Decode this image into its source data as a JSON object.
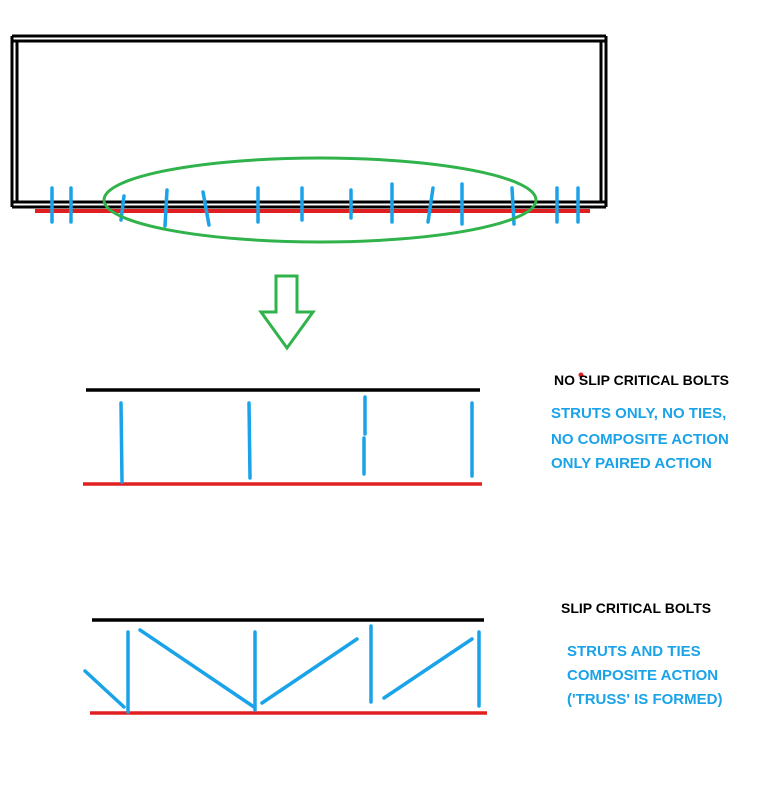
{
  "colors": {
    "black": "#000000",
    "red": "#e02020",
    "blue": "#1aa3e8",
    "green": "#2fb34a",
    "dot": "#e02020"
  },
  "top_diagram": {
    "beam": "steel beam with bolted plate (elevation)",
    "highlight": "green ellipse around bolt group"
  },
  "arrow": {
    "icon": "down-arrow-icon"
  },
  "case_no_slip": {
    "title": "NO SLIP CRITICAL BOLTS",
    "lines": [
      "STRUTS ONLY, NO TIES,",
      "NO COMPOSITE ACTION",
      "ONLY PAIRED ACTION"
    ]
  },
  "case_slip": {
    "title": "SLIP CRITICAL BOLTS",
    "lines": [
      "STRUTS AND TIES",
      "COMPOSITE ACTION",
      "('TRUSS' IS FORMED)"
    ]
  }
}
